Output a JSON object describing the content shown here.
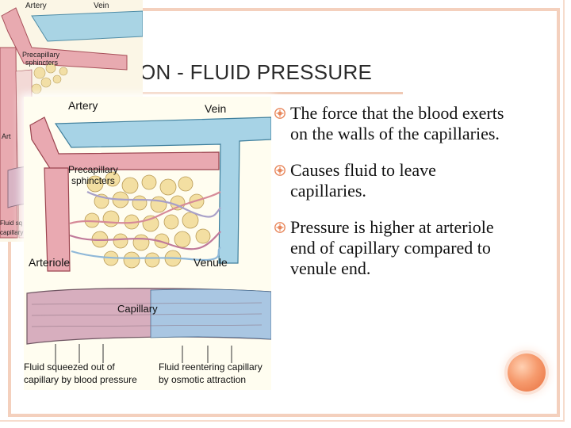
{
  "slide": {
    "title": "ON - FLUID PRESSURE",
    "bullets": [
      {
        "text": "The force that the blood exerts on the walls of the capillaries."
      },
      {
        "text": "Causes fluid to leave capillaries."
      },
      {
        "text": "Pressure is higher at arteriole end of capillary compared to venule end."
      }
    ],
    "colors": {
      "accent": "#f4d0bd",
      "bullet": "#e8865a",
      "orb": "#f08a5d"
    },
    "bullet_icon": "gear-circle-icon"
  },
  "diagram_back": {
    "labels": {
      "artery": "Artery",
      "vein": "Vein",
      "precapillary": "Precapillary",
      "sphincters": "sphincters",
      "art": "Art",
      "fluid_sq": "Fluid sq",
      "capillary_short": "capillary"
    }
  },
  "diagram_front": {
    "labels": {
      "artery": "Artery",
      "vein": "Vein",
      "precapillary": "Precapillary",
      "sphincters": "sphincters",
      "arteriole": "Arteriole",
      "venule": "Venule",
      "capillary": "Capillary",
      "fluid_out_1": "Fluid squeezed out of",
      "fluid_out_2": "capillary by blood pressure",
      "fluid_in_1": "Fluid reentering capillary",
      "fluid_in_2": "by osmotic attraction"
    }
  }
}
